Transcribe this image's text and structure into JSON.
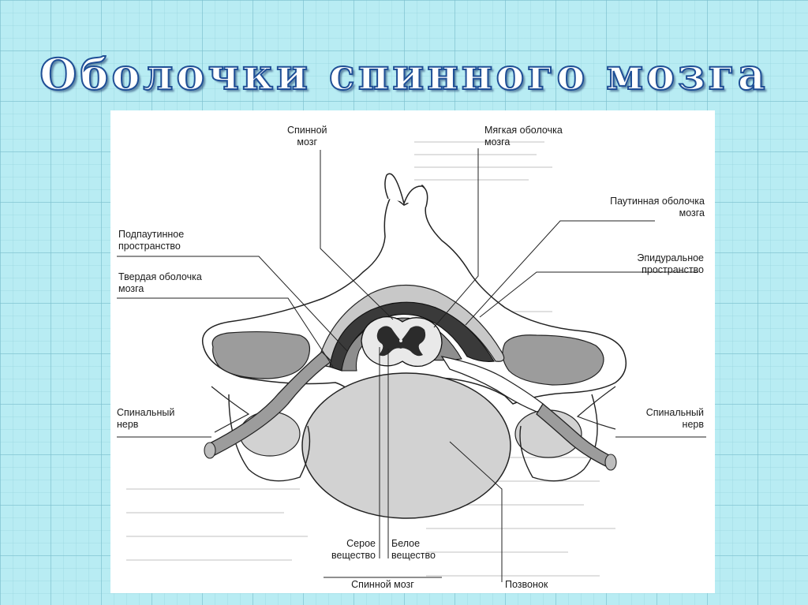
{
  "title": "Оболочки спинного мозга",
  "labels": {
    "spinal_cord_top": [
      "Спинной",
      "мозг"
    ],
    "pia_mater": [
      "Мягкая оболочка",
      "мозга"
    ],
    "arachnoid": [
      "Паутинная оболочка",
      "мозга"
    ],
    "subarachnoid_space": [
      "Подпаутинное",
      "пространство"
    ],
    "epidural_space": [
      "Эпидуральное",
      "пространство"
    ],
    "dura_mater": [
      "Твердая оболочка",
      "мозга"
    ],
    "spinal_nerve_left": [
      "Спинальный",
      "нерв"
    ],
    "spinal_nerve_right": [
      "Спинальный",
      "нерв"
    ],
    "gray_matter": [
      "Серое",
      "вещество"
    ],
    "white_matter": [
      "Белое",
      "вещество"
    ],
    "spinal_cord_bottom": "Спинной мозг",
    "vertebra": "Позвонок"
  }
}
